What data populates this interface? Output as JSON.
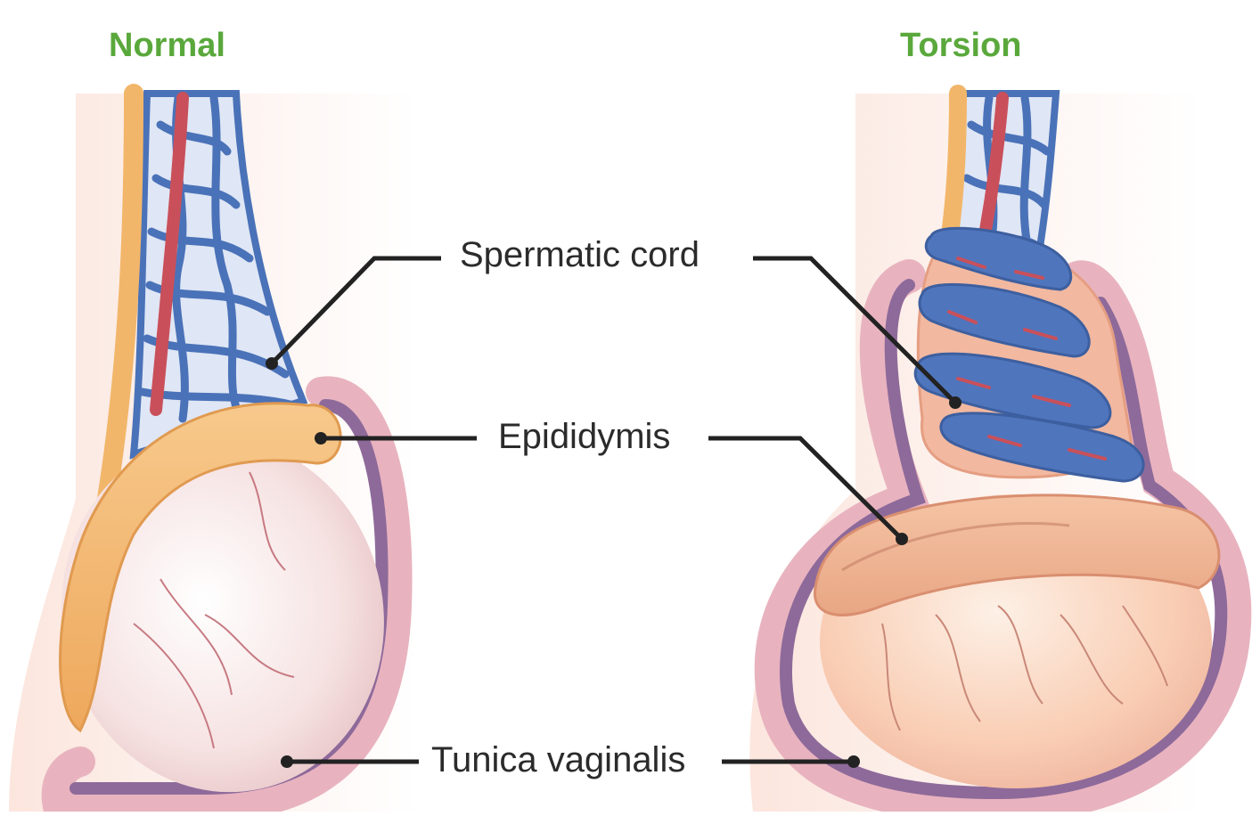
{
  "panels": {
    "normal": {
      "title": "Normal"
    },
    "torsion": {
      "title": "Torsion"
    }
  },
  "labels": {
    "spermatic_cord": "Spermatic cord",
    "epididymis": "Epididymis",
    "tunica_vaginalis": "Tunica vaginalis"
  },
  "colors": {
    "title_green": "#5aa83c",
    "vas_deferens": "#f2b66a",
    "vein_blue": "#4a72b8",
    "artery_red": "#c9505a",
    "testis": "#f6e2e2",
    "testis_torsion": "#f9cdb3",
    "tunica_vaginalis": "#8e6a9a",
    "tunica_outer": "#e8b3bf",
    "skin": "#fbe9e1"
  }
}
